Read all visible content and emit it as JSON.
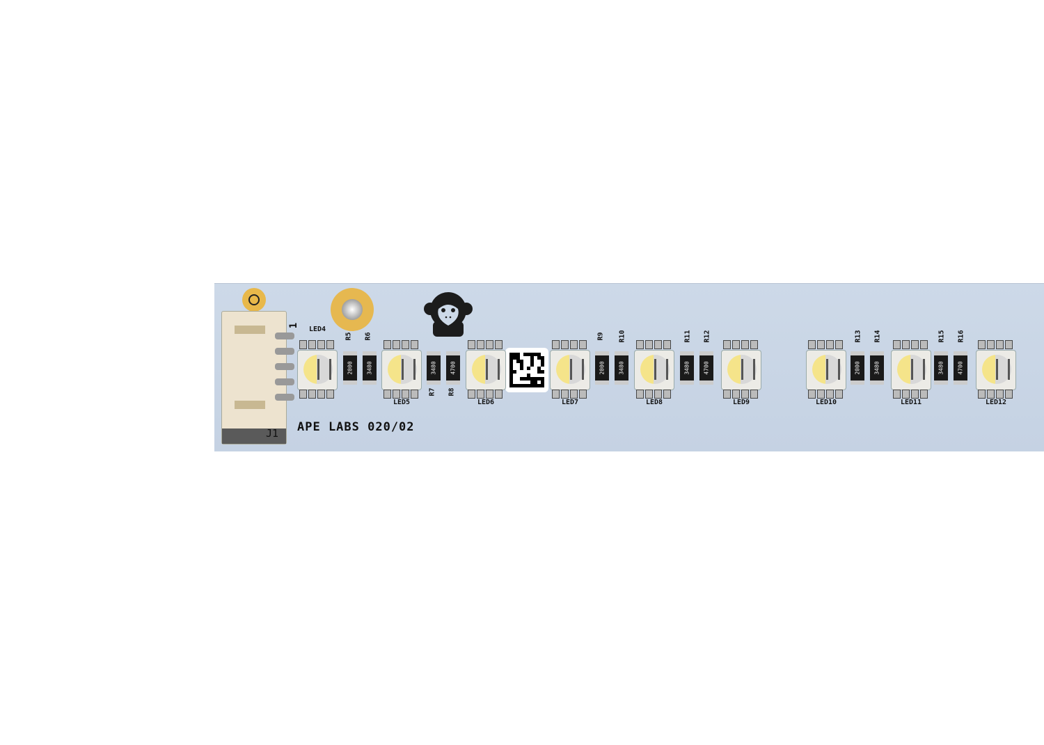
{
  "board": {
    "silkscreen_title": "APE LABS 020/02",
    "connector_label": "J1",
    "pin1_label": "1",
    "board_color": "#c9d6e6",
    "logo": "monkey-face-logo"
  },
  "leds": [
    {
      "label": "LED4"
    },
    {
      "label": "LED5"
    },
    {
      "label": "LED6"
    },
    {
      "label": "LED7"
    },
    {
      "label": "LED8"
    },
    {
      "label": "LED9"
    },
    {
      "label": "LED10"
    },
    {
      "label": "LED11"
    },
    {
      "label": "LED12"
    }
  ],
  "resistors": [
    {
      "label": "R5",
      "marking": "2000"
    },
    {
      "label": "R6",
      "marking": "3480"
    },
    {
      "label": "R7",
      "marking": "3480"
    },
    {
      "label": "R8",
      "marking": "4700"
    },
    {
      "label": "R9",
      "marking": "2000"
    },
    {
      "label": "R10",
      "marking": "3480"
    },
    {
      "label": "R11",
      "marking": "3480"
    },
    {
      "label": "R12",
      "marking": "4700"
    },
    {
      "label": "R13",
      "marking": "2000"
    },
    {
      "label": "R14",
      "marking": "3480"
    },
    {
      "label": "R15",
      "marking": "3480"
    },
    {
      "label": "R16",
      "marking": "4700"
    }
  ]
}
